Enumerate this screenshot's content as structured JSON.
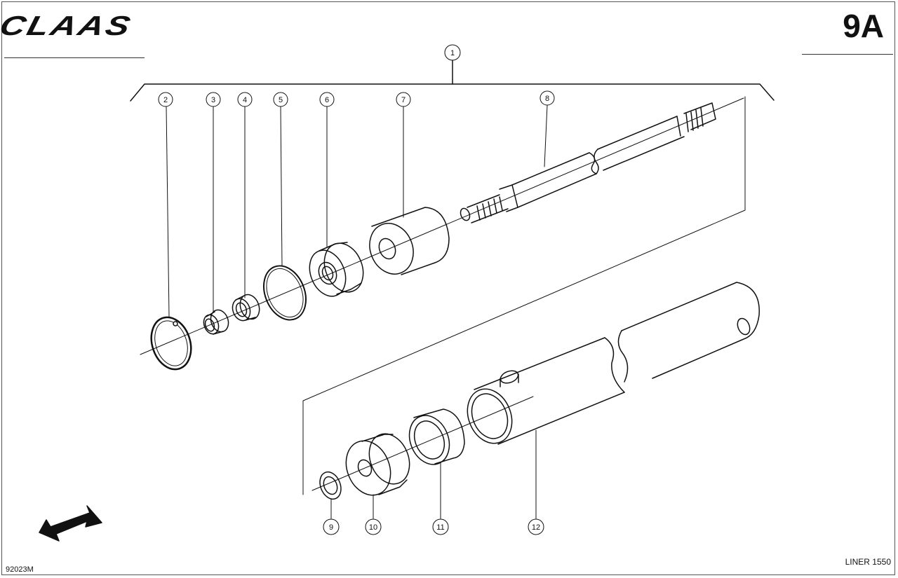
{
  "header": {
    "brand": "CLAAS",
    "page_ref": "9A"
  },
  "footer": {
    "drawing_number": "92023M",
    "model": "LINER 1550"
  },
  "callouts": [
    "1",
    "2",
    "3",
    "4",
    "5",
    "6",
    "7",
    "8",
    "9",
    "10",
    "11",
    "12"
  ],
  "colors": {
    "ink": "#111111",
    "paper": "#ffffff"
  }
}
